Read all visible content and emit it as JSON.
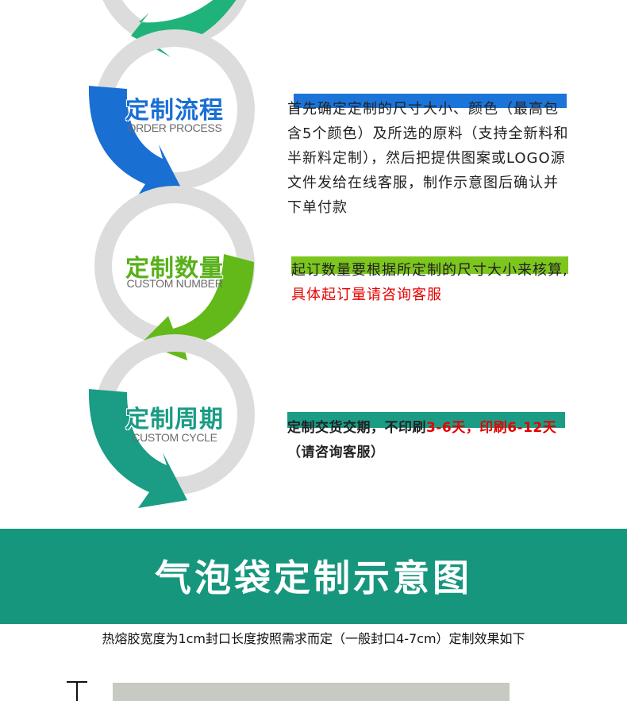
{
  "colors": {
    "ring_grey": "#dcdcdc",
    "arrow_top_green": "#1fb37a",
    "arrow_blue": "#1a6fd3",
    "arrow_green": "#62b919",
    "arrow_teal": "#1a9c85",
    "highlight_blue": "#1b74d8",
    "highlight_green": "#7dc61e",
    "highlight_teal": "#1a9c85",
    "banner": "#16967d",
    "red_text": "#e60000"
  },
  "stages": [
    {
      "title": "定制流程",
      "subtitle": "ORDER PROCESS",
      "title_color": "#1a6fd3",
      "description": "首先确定定制的尺寸大小、颜色（最高包含5个颜色）及所选的原料（支持全新料和半新料定制），然后把提供图案或LOGO源文件发给在线客服，制作示意图后确认并下单付款"
    },
    {
      "title": "定制数量",
      "subtitle": "CUSTOM NUMBER",
      "title_color": "#58b01a",
      "description": "起订数量要根据所定制的尺寸大小来核算,",
      "description_red": "具体起订量请咨询客服"
    },
    {
      "title": "定制周期",
      "subtitle": "CUSTOM CYCLE",
      "title_color": "#1a9c85",
      "description": "定制交货交期，不印刷",
      "red_1": "3-6天，",
      "red_2": "印刷6-12天",
      "description_2": "（请咨询客服）"
    }
  ],
  "banner": {
    "title": "气泡袋定制示意图"
  },
  "note": "热熔胶宽度为1cm封口长度按照需求而定（一般封口4-7cm）定制效果如下"
}
